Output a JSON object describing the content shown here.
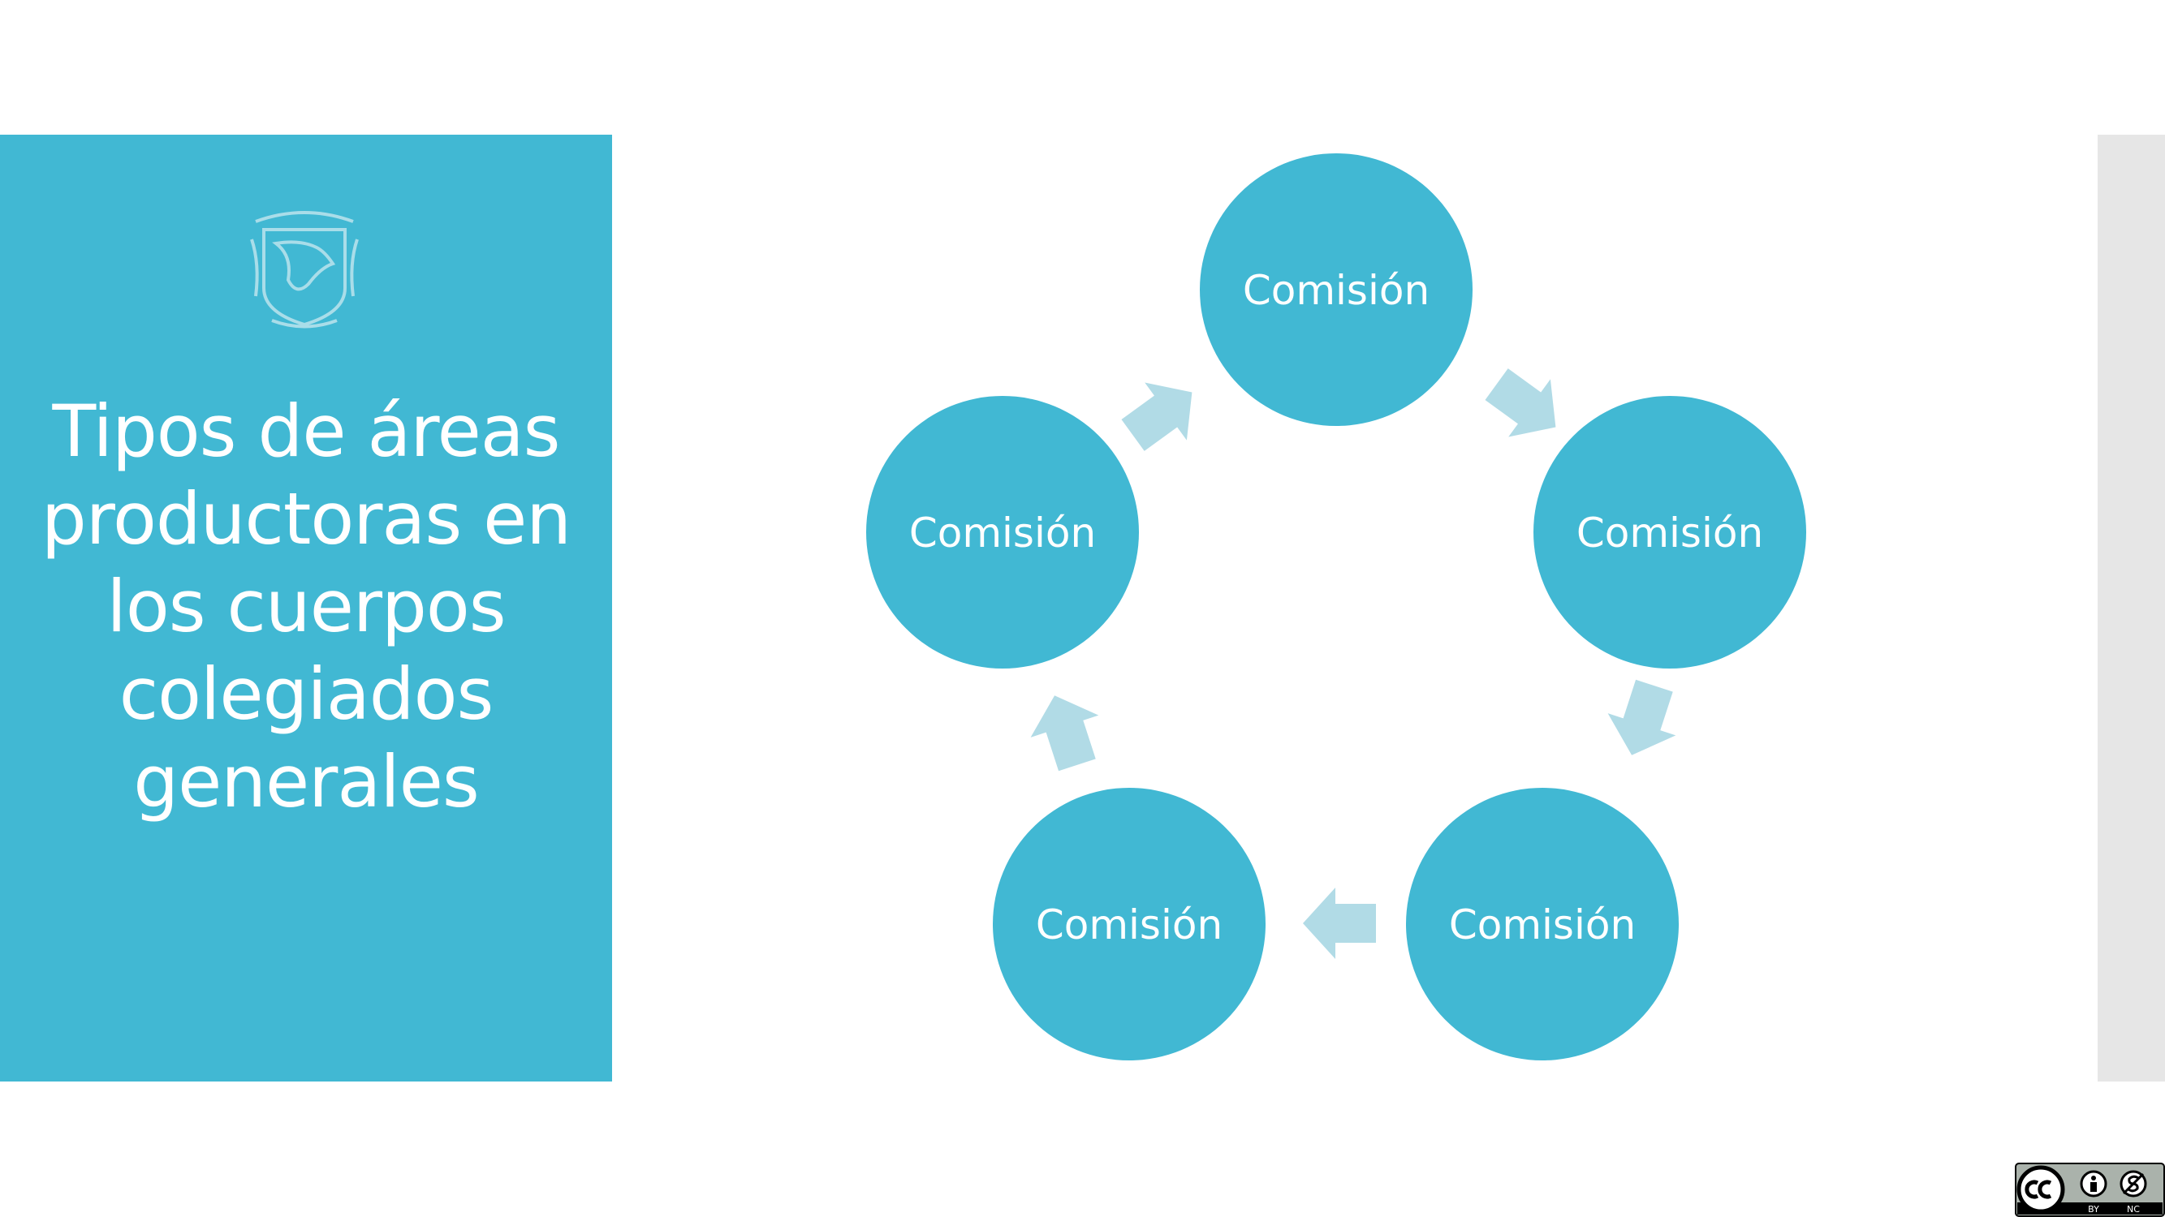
{
  "slide": {
    "title": "Tipos de áreas productoras en los cuerpos colegiados generales",
    "logo_icon": "unam-coat-of-arms-icon",
    "license_icon": "creative-commons-by-nc-icon"
  },
  "diagram": {
    "type": "cycle",
    "direction": "clockwise",
    "nodes": [
      {
        "label": "Comisión"
      },
      {
        "label": "Comisión"
      },
      {
        "label": "Comisión"
      },
      {
        "label": "Comisión"
      },
      {
        "label": "Comisión"
      }
    ]
  },
  "colors": {
    "panel": "#41b8d3",
    "node": "#41b8d3",
    "arrow": "#b1dbe6",
    "side_bar": "#e6e6e6",
    "text": "#ffffff"
  }
}
